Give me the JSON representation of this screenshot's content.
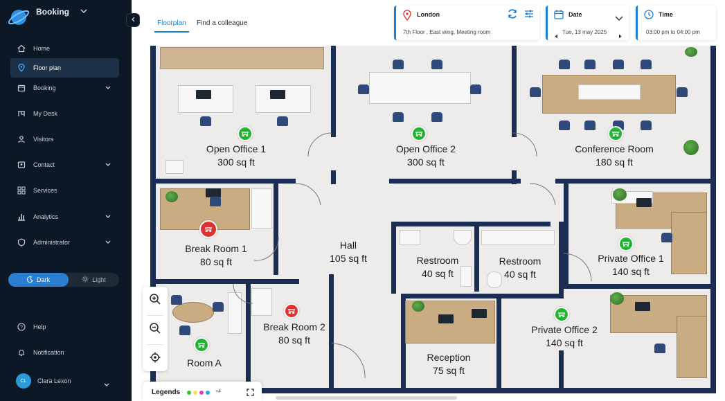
{
  "sidebar": {
    "brand": "Booking",
    "items": [
      {
        "label": "Home",
        "icon": "home-icon"
      },
      {
        "label": "Floor plan",
        "icon": "location-pin-icon",
        "active": true
      },
      {
        "label": "Booking",
        "icon": "calendar-icon",
        "expandable": true
      },
      {
        "label": "My Desk",
        "icon": "desk-icon"
      },
      {
        "label": "Visitors",
        "icon": "person-icon"
      },
      {
        "label": "Contact",
        "icon": "contact-card-icon",
        "expandable": true
      },
      {
        "label": "Services",
        "icon": "services-icon"
      },
      {
        "label": "Analytics",
        "icon": "bar-chart-icon",
        "expandable": true
      },
      {
        "label": "Administrator",
        "icon": "shield-icon",
        "expandable": true
      }
    ],
    "theme": {
      "dark": "Dark",
      "light": "Light",
      "selected": "Dark"
    },
    "help": "Help",
    "notification": "Notification",
    "user": {
      "initials": "CL",
      "name": "Clara Lexon"
    }
  },
  "tabs": [
    {
      "label": "Floorplan",
      "active": true
    },
    {
      "label": "Find a colleague",
      "active": false
    }
  ],
  "location_card": {
    "title": "London",
    "subtitle": "7th Floor , East wing, Meeting room"
  },
  "date_card": {
    "title": "Date",
    "value": "Tue, 13 may 2025"
  },
  "time_card": {
    "title": "Time",
    "value": "03:00 pm to 04:00 pm"
  },
  "rooms": [
    {
      "name": "Open Office 1",
      "size": "300 sq ft",
      "status": "available"
    },
    {
      "name": "Open Office 2",
      "size": "300 sq ft",
      "status": "available"
    },
    {
      "name": "Conference Room",
      "size": "180 sq ft",
      "status": "available"
    },
    {
      "name": "Break Room 1",
      "size": "80 sq ft",
      "status": "occupied"
    },
    {
      "name": "Hall",
      "size": "105 sq ft",
      "status": "none"
    },
    {
      "name": "Restroom",
      "size": "40 sq ft",
      "status": "none"
    },
    {
      "name": "Restroom",
      "size": "40 sq ft",
      "status": "none"
    },
    {
      "name": "Private Office 1",
      "size": "140 sq ft",
      "status": "available"
    },
    {
      "name": "Break Room 2",
      "size": "80 sq ft",
      "status": "occupied"
    },
    {
      "name": "Room A",
      "size": "",
      "status": "available"
    },
    {
      "name": "Private Office 2",
      "size": "140 sq ft",
      "status": "available"
    },
    {
      "name": "Reception",
      "size": "75 sq ft",
      "status": "none"
    }
  ],
  "legends": {
    "title": "Legends",
    "more": "+4",
    "colors": [
      "#3cc13b",
      "#f3e34a",
      "#e43bc9",
      "#2fa3e8"
    ]
  },
  "colors": {
    "available": "#22b531",
    "occupied": "#e03131",
    "accent": "#1a7fd4",
    "sidebar_bg": "#0d1826",
    "wall": "#1b2d52"
  }
}
